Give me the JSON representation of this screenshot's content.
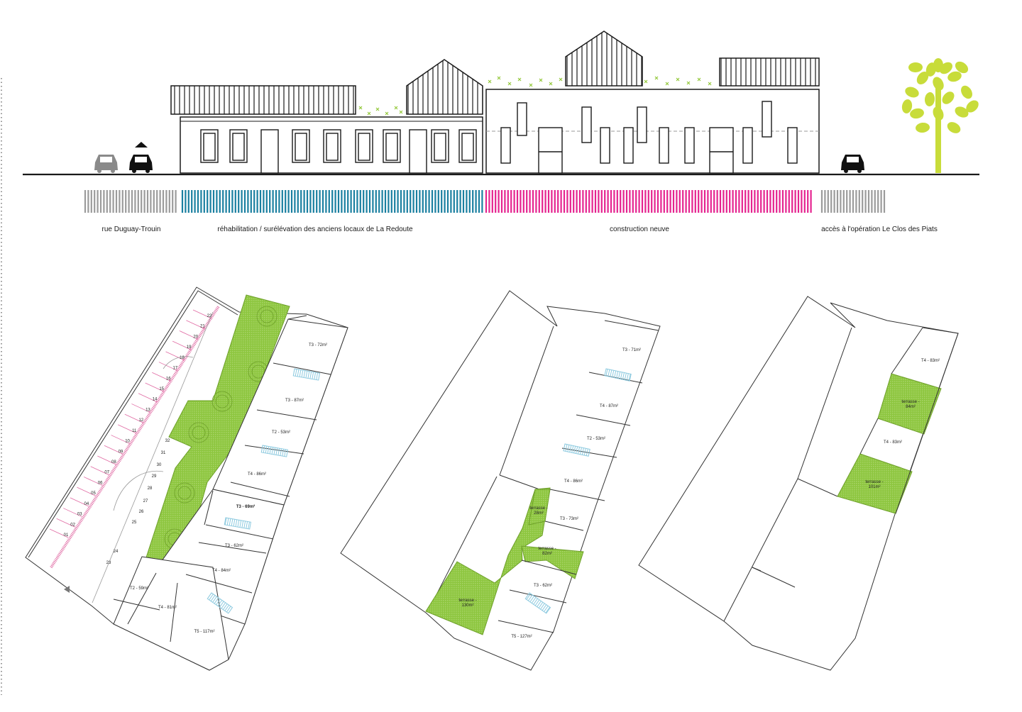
{
  "colors": {
    "existing": "#1a7fa0",
    "new": "#e5238f",
    "street": "#9b9b9b",
    "green": "#95c93d",
    "tree": "#c8dc3a",
    "stair": "#8fcbe0",
    "parking_line": "#e06aa3"
  },
  "zones": {
    "street": "rue Duguay-Trouin",
    "rehab": "réhabilitation / surélévation des anciens locaux de La Redoute",
    "new": "construction neuve",
    "access": "accès à l'opération Le Clos des Piats"
  },
  "icons": [
    "car-grey-icon",
    "car-black-icon",
    "entrance-arrow-icon",
    "car-right-icon",
    "tree-icon"
  ],
  "plan1": {
    "parking_numbers": [
      "01",
      "02",
      "03",
      "04",
      "05",
      "06",
      "07",
      "08",
      "09",
      "10",
      "11",
      "12",
      "13",
      "14",
      "15",
      "16",
      "17",
      "18",
      "19",
      "20",
      "21",
      "22"
    ],
    "parking_numbers_b": [
      "23",
      "24",
      "25",
      "26",
      "27",
      "28",
      "29",
      "30",
      "31",
      "32"
    ],
    "units": [
      "T3 - 72m²",
      "T3 - 87m²",
      "T2 - 53m²",
      "T4 - 86m²",
      "T3 - 69m²",
      "T3 - 62m²",
      "T4 - 84m²",
      "T2 - 59m²",
      "T4 - 81m²",
      "T5 - 117m²"
    ]
  },
  "plan2": {
    "units": [
      "T3 - 71m²",
      "T4 - 87m²",
      "T2 - 53m²",
      "T4 - 86m²",
      "T3 - 73m²",
      "T3 - 62m²",
      "T5 - 127m²"
    ],
    "terraces": [
      "terrasse - 28m²",
      "terrasse - 82m²",
      "terrasse - 130m²"
    ]
  },
  "plan3": {
    "units": [
      "T4 - 83m²",
      "T4 - 83m²"
    ],
    "terraces": [
      "terrasse - 84m²",
      "terrasse - 101m²"
    ]
  }
}
